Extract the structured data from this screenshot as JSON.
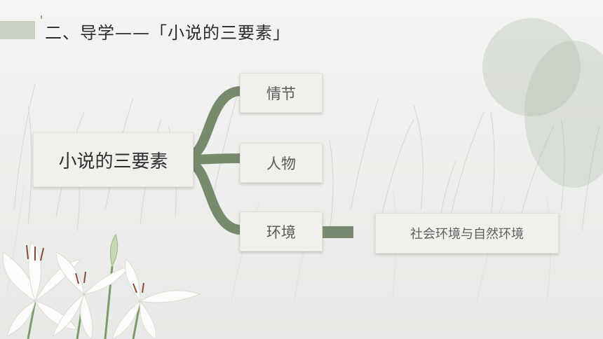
{
  "slide": {
    "title": "二、导学——「小说的三要素」"
  },
  "mindmap": {
    "root": "小说的三要素",
    "branches": [
      {
        "label": "情节"
      },
      {
        "label": "人物"
      },
      {
        "label": "环境"
      }
    ],
    "leaf": "社会环境与自然环境"
  },
  "colors": {
    "branch": "#788a6e",
    "box_bg": "#eef1ec",
    "title_bar": "#c9d0c4"
  }
}
